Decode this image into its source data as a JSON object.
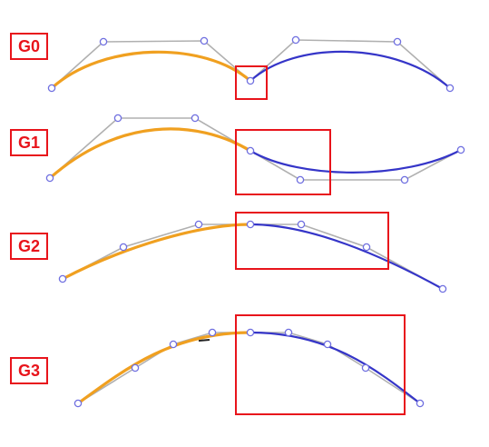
{
  "labels": {
    "g0": "G0",
    "g1": "G1",
    "g2": "G2",
    "g3": "G3"
  },
  "colors": {
    "left_curve": "#f0a020",
    "right_curve": "#3535c8",
    "control_polygon": "#b0b0b0",
    "control_point": "#6f6fe0",
    "highlight_box": "#e8141b"
  }
}
